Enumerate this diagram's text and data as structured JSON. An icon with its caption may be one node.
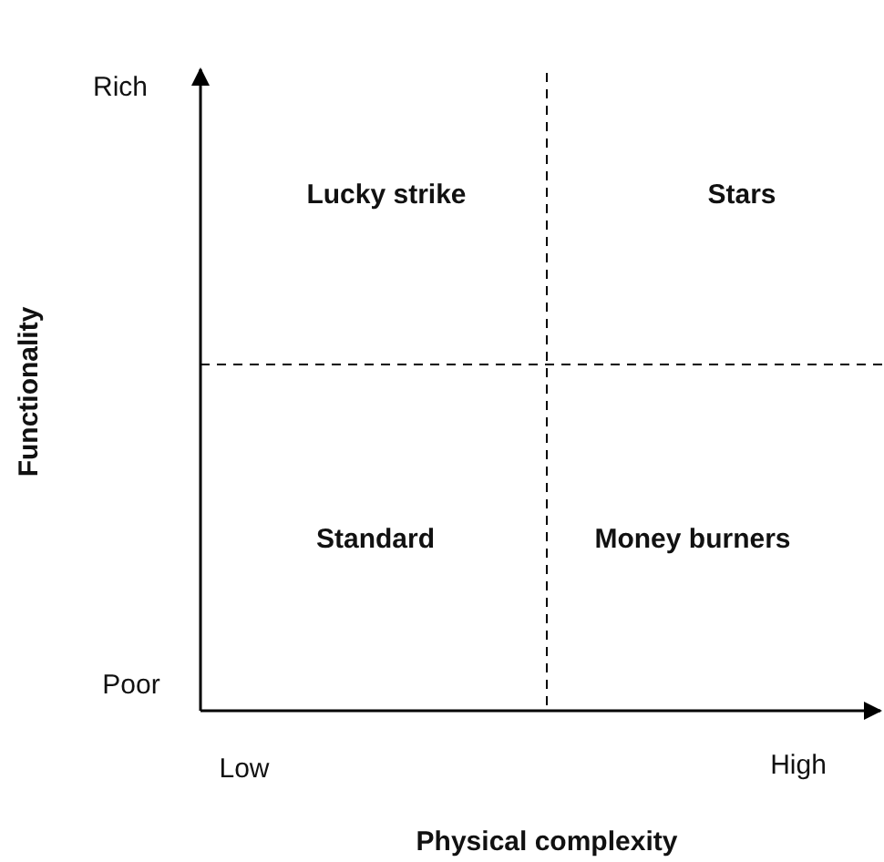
{
  "diagram": {
    "labels": [
      "Rich",
      "Lucky strike",
      "Stars",
      "Functionality",
      "Standard",
      "Money burners",
      "Poor",
      "Low",
      "High",
      "Physical complexity"
    ]
  }
}
